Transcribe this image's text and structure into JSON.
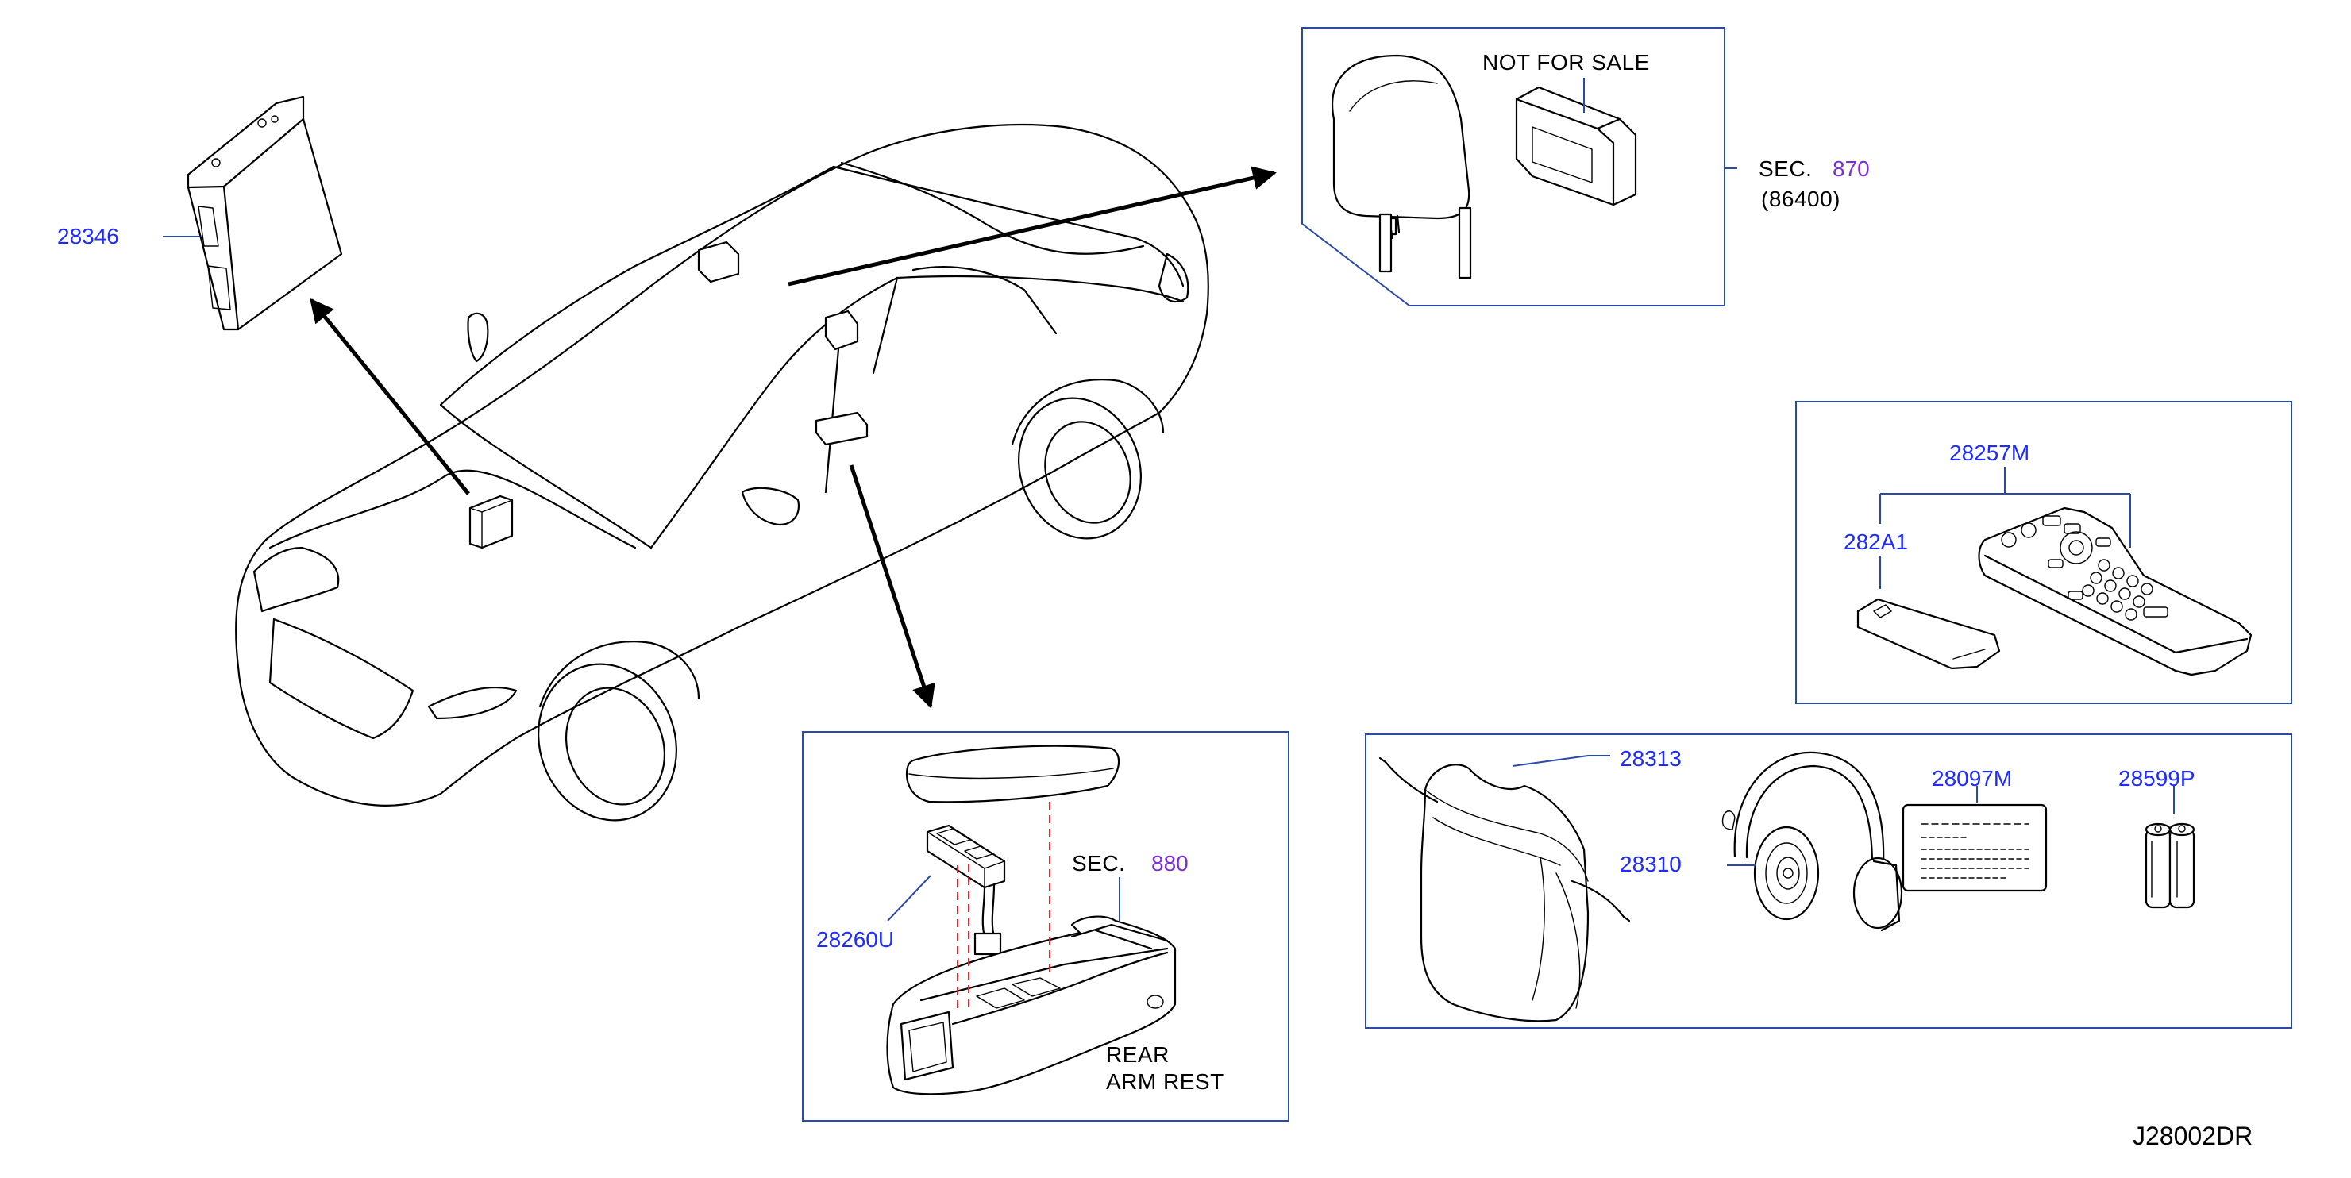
{
  "parts": {
    "p28346": "28346",
    "p28257m": "28257M",
    "p282a1": "282A1",
    "p28313": "28313",
    "p28310": "28310",
    "p28097m": "28097M",
    "p28599p": "28599P",
    "p28260u": "28260U"
  },
  "headrest_box": {
    "note": "NOT   FOR   SALE",
    "sec_prefix": "SEC.",
    "sec_number": "870",
    "sec_code": "(86400)"
  },
  "armrest_box": {
    "sec_prefix": "SEC.",
    "sec_number": "880",
    "caption_line1": "REAR",
    "caption_line2": "ARM   REST"
  },
  "diagram_code": "J28002DR",
  "colors": {
    "part_number": "#1e2cff",
    "section_number": "#7b2fd4",
    "frame": "#2a4aa8",
    "dashed_guide": "#e0282e"
  }
}
